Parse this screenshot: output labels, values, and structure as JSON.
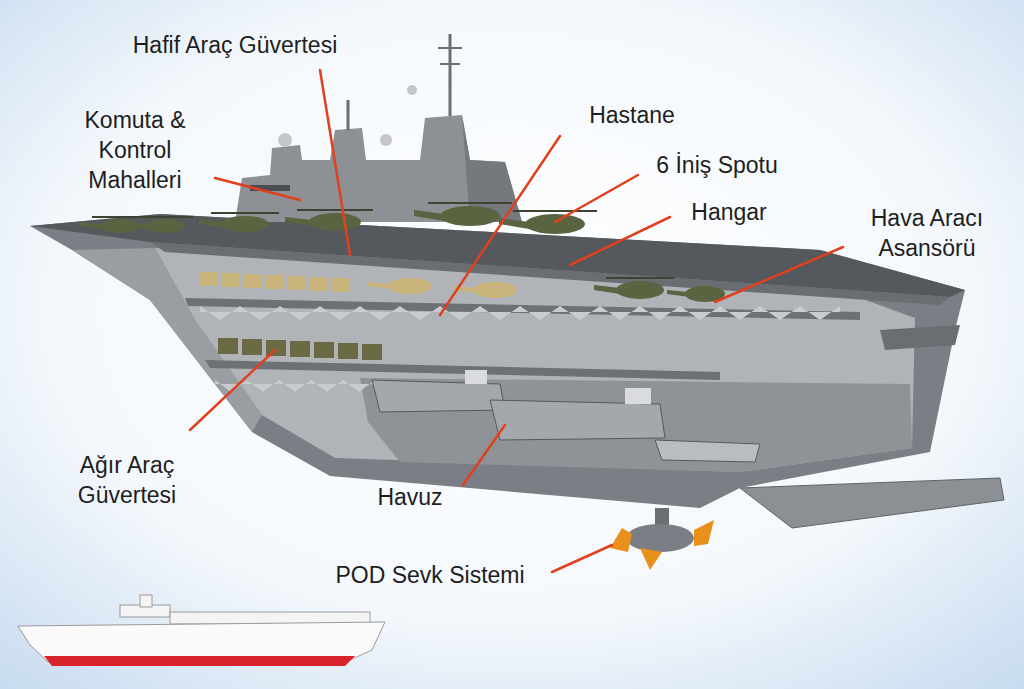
{
  "diagram": {
    "labels": [
      "Hafif Araç Güvertesi",
      "Komuta & Kontrol Mahalleri",
      "Hastane",
      "6 İniş Spotu",
      "Hangar",
      "Hava Aracı Asansörü",
      "Ağır Araç Güvertesi",
      "Havuz",
      "POD Sevk Sistemi"
    ]
  }
}
